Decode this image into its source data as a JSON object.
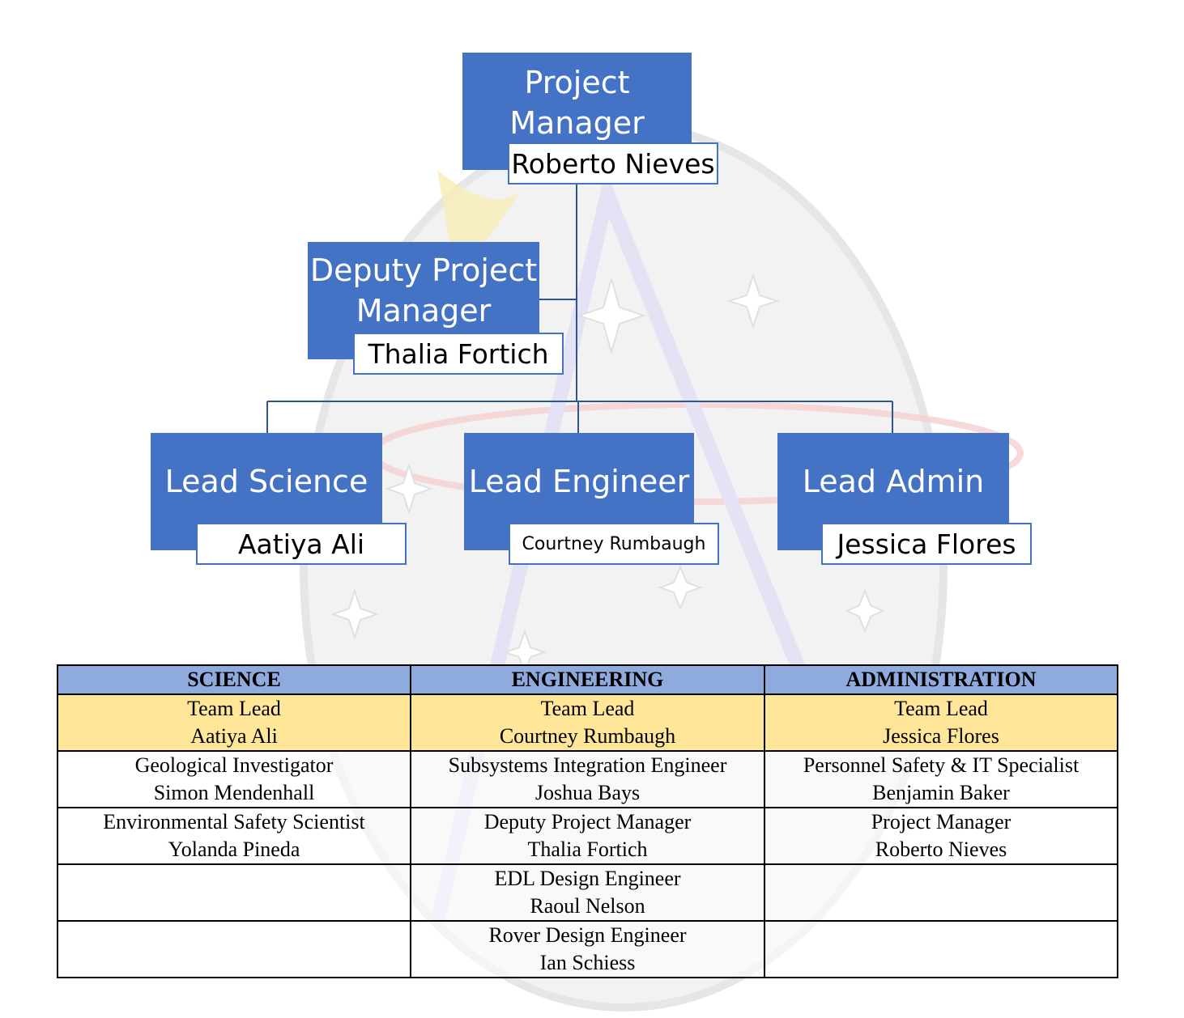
{
  "colors": {
    "role_fill": "#4472c4",
    "line": "#2f5597",
    "table_header": "#8faadc",
    "table_lead_row": "#ffe699"
  },
  "org": {
    "project_manager": {
      "title_lines": [
        "Project",
        "Manager"
      ],
      "name": "Roberto Nieves"
    },
    "deputy": {
      "title_lines": [
        "Deputy Project",
        "Manager"
      ],
      "name": "Thalia Fortich"
    },
    "science": {
      "title": "Lead Science",
      "name": "Aatiya Ali"
    },
    "engineer": {
      "title": "Lead Engineer",
      "name": "Courtney Rumbaugh"
    },
    "admin": {
      "title": "Lead Admin",
      "name": "Jessica Flores"
    }
  },
  "table": {
    "headers": [
      "SCIENCE",
      "ENGINEERING",
      "ADMINISTRATION"
    ],
    "rows": [
      [
        {
          "role": "Team Lead",
          "name": "Aatiya Ali"
        },
        {
          "role": "Team Lead",
          "name": "Courtney Rumbaugh"
        },
        {
          "role": "Team Lead",
          "name": "Jessica Flores"
        }
      ],
      [
        {
          "role": "Geological Investigator",
          "name": "Simon Mendenhall"
        },
        {
          "role": "Subsystems Integration Engineer",
          "name": "Joshua Bays"
        },
        {
          "role": "Personnel Safety & IT Specialist",
          "name": "Benjamin Baker"
        }
      ],
      [
        {
          "role": "Environmental Safety Scientist",
          "name": "Yolanda Pineda"
        },
        {
          "role": "Deputy Project Manager",
          "name": "Thalia Fortich"
        },
        {
          "role": "Project Manager",
          "name": "Roberto Nieves"
        }
      ],
      [
        {
          "role": "",
          "name": ""
        },
        {
          "role": "EDL Design Engineer",
          "name": "Raoul Nelson"
        },
        {
          "role": "",
          "name": ""
        }
      ],
      [
        {
          "role": "",
          "name": ""
        },
        {
          "role": "Rover Design Engineer",
          "name": "Ian Schiess"
        },
        {
          "role": "",
          "name": ""
        }
      ]
    ]
  }
}
